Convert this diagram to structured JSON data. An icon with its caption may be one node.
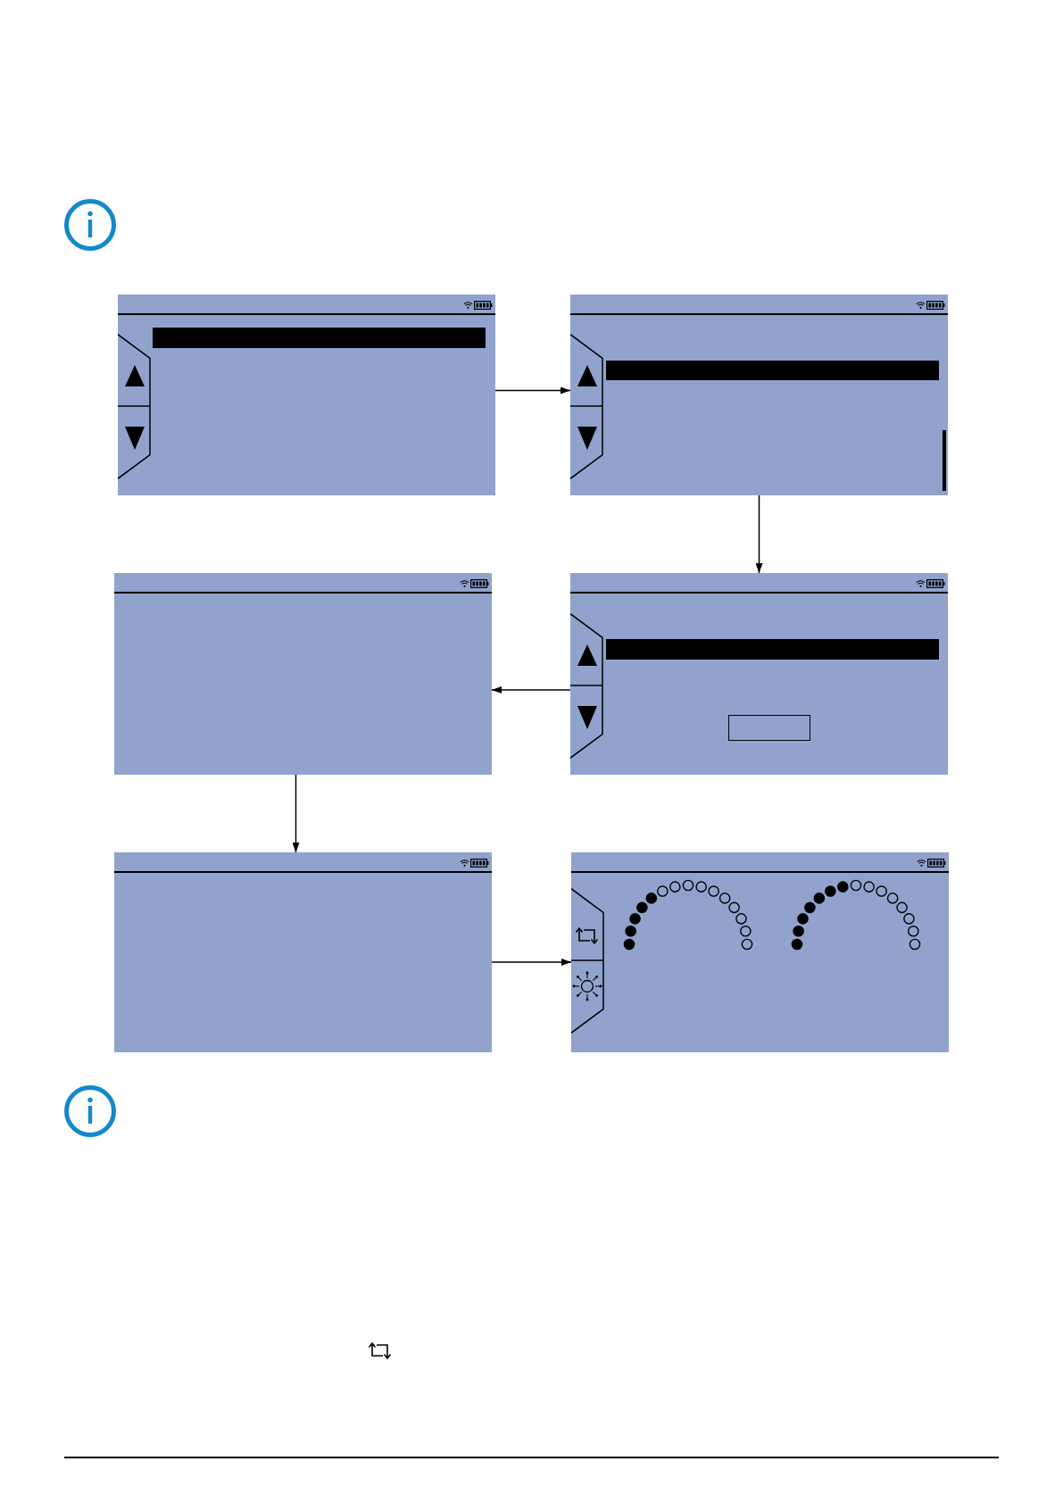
{
  "diagram": {
    "nodes": [
      {
        "text": [],
        "shape": "box"
      },
      {
        "text": [],
        "shape": "bar",
        "in": 0
      },
      {
        "text": [],
        "shape": "box"
      },
      {
        "text": [],
        "shape": "bar",
        "in": 2
      },
      {
        "text": [],
        "shape": "box"
      },
      {
        "text": [],
        "shape": "box"
      },
      {
        "text": [],
        "shape": "bar",
        "in": 5
      },
      {
        "text": [],
        "shape": "box"
      },
      {
        "text": [],
        "shape": "box"
      }
    ],
    "edges": [
      {
        "from": 0,
        "to": 2,
        "arrow": "to"
      },
      {
        "from": 2,
        "to": 5,
        "arrow": "to"
      },
      {
        "from": 5,
        "to": 4,
        "arrow": "to"
      },
      {
        "from": 4,
        "to": 7,
        "arrow": "to"
      },
      {
        "from": 7,
        "to": 8,
        "arrow": "to"
      }
    ]
  }
}
